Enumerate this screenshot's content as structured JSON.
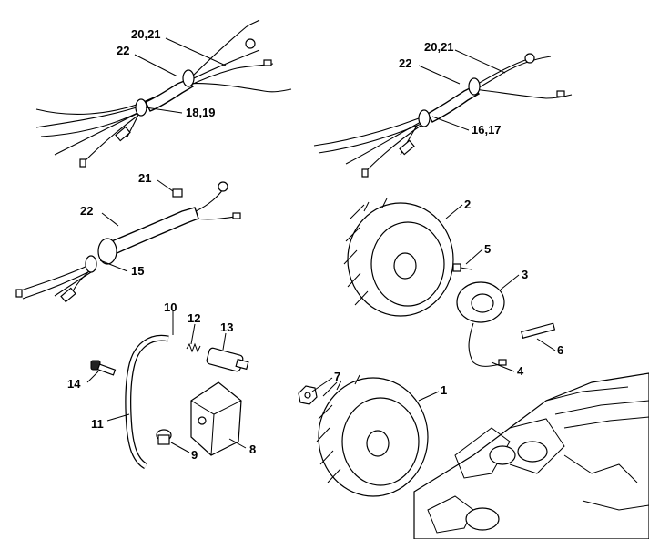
{
  "labels": {
    "p1": "1",
    "p2": "2",
    "p3": "3",
    "p4": "4",
    "p5": "5",
    "p6": "6",
    "p7": "7",
    "p8": "8",
    "p9": "9",
    "p10": "10",
    "p11": "11",
    "p12": "12",
    "p13": "13",
    "p14": "14",
    "p15": "15",
    "p16_17": "16,17",
    "p18_19": "18,19",
    "p20_21_a": "20,21",
    "p20_21_b": "20,21",
    "p21": "21",
    "p22_a": "22",
    "p22_b": "22",
    "p22_c": "22"
  },
  "colors": {
    "line": "#000000",
    "background": "#ffffff"
  }
}
